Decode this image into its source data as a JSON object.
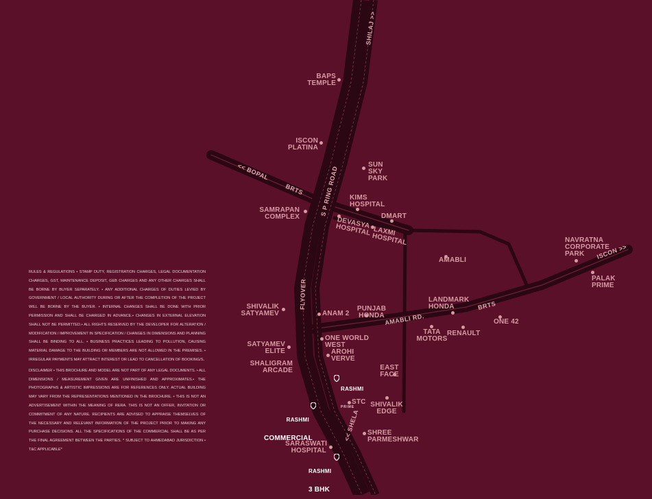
{
  "colors": {
    "background": "#5a1029",
    "road": "#2a0712",
    "road_stripe": "#8a3a4e",
    "label": "#d79aa3",
    "highlight": "#ffffff"
  },
  "roads": {
    "shilaj": "SHILAJ >>",
    "sp_ring_road": "S P RING ROAD",
    "bopal": "<< BOPAL",
    "brts_left": "BRTS",
    "flyover": "FLYOVER",
    "amabli_rd": "AMABLI RD.",
    "brts_right": "BRTS",
    "iscon": "ISCON >>",
    "shela": "<< SHELA"
  },
  "landmarks": [
    {
      "id": "baps",
      "text": "BAPS\nTEMPLE",
      "icon": "dot"
    },
    {
      "id": "iscon-platina",
      "text": "ISCON\nPLATINA",
      "icon": "dot"
    },
    {
      "id": "sun-sky-park",
      "text": "SUN\nSKY\nPARK",
      "icon": "dot"
    },
    {
      "id": "kims",
      "text": "KIMS\nHOSPITAL",
      "icon": "dot"
    },
    {
      "id": "dmart",
      "text": "DMART",
      "icon": "dot"
    },
    {
      "id": "samrapan",
      "text": "SAMRAPAN\nCOMPLEX",
      "icon": "dot"
    },
    {
      "id": "devasya",
      "text": "DEVASYA\nHOSPITAL",
      "icon": "dot"
    },
    {
      "id": "laxmi",
      "text": "LAXMI\nHOSPITAL",
      "icon": "dot"
    },
    {
      "id": "amabli",
      "text": "AMABLI",
      "icon": "dot"
    },
    {
      "id": "navratna",
      "text": "NAVRATNA\nCORPORATE\nPARK",
      "icon": "dot"
    },
    {
      "id": "palak",
      "text": "PALAK\nPRIME",
      "icon": "dot"
    },
    {
      "id": "landmark-honda",
      "text": "LANDMARK\nHONDA",
      "icon": "dot"
    },
    {
      "id": "one42",
      "text": "ONE 42",
      "icon": "dot"
    },
    {
      "id": "tata",
      "text": "TATA\nMOTORS",
      "icon": "dot"
    },
    {
      "id": "renault",
      "text": "RENAULT",
      "icon": "dot"
    },
    {
      "id": "shivalik-satyamev",
      "text": "SHIVALIK\nSATYAMEV",
      "icon": "dot"
    },
    {
      "id": "anam2",
      "text": "ANAM 2",
      "icon": "dot"
    },
    {
      "id": "punjab-honda",
      "text": "PUNJAB\nHONDA",
      "icon": "dot"
    },
    {
      "id": "satyamev-elite",
      "text": "SATYAMEV\nELITE",
      "icon": "dot"
    },
    {
      "id": "one-world-west",
      "text": "ONE WORLD\nWEST",
      "icon": "dot"
    },
    {
      "id": "arohi-verve",
      "text": "AROHI\nVERVE",
      "icon": "dot"
    },
    {
      "id": "shaligram",
      "text": "SHALIGRAM\nARCADE",
      "icon": "dot"
    },
    {
      "id": "east-face",
      "text": "EAST\nFACE",
      "icon": "dot"
    },
    {
      "id": "stc",
      "text": "STC",
      "icon": "dot"
    },
    {
      "id": "shivalik-edge",
      "text": "SHIVALIK\nEDGE",
      "icon": "dot"
    },
    {
      "id": "shree-parmeshwar",
      "text": "SHREE\nPARMESHWAR",
      "icon": "dot"
    },
    {
      "id": "saraswati",
      "text": "SARASWATI\nHOSPITAL",
      "icon": "dot"
    }
  ],
  "projects": {
    "prime": {
      "brand": "RASHMI",
      "sub": "PRIME",
      "icon": "location-pin"
    },
    "commercial": {
      "brand": "RASHMI",
      "sub": "COMMERCIAL",
      "icon": "location-pin"
    },
    "three_bhk": {
      "brand": "RASHMI",
      "sub": "3 BHK",
      "icon": "location-pin"
    }
  },
  "disclaimer": {
    "rules": "RULES & REGULATIONS • STAMP DUTY, REGISTRATION CHARGES, LEGAL DOCUMENTATION CHARGES, GST, MAINTENANCE DEPOSIT, GEB CHARGES AND ANY OTHER CHARGES SHALL BE BORNE BY BUYER SEPARATELY. • ANY ADDITIONAL CHARGES OF DUTIES LEVIED BY GOVERNMENT / LOCAL AUTHORITY DURING OR AFTER THE COMPLETION OF THE PROJECT WILL BE BORNE BY THE BUYER. • INTERNAL CHANGES SHALL BE DONE WITH PRIOR PERMISSION AND SHALL BE CHARGED IN ADVANCE.• CHANGES IN EXTERNAL ELEVATION SHALL NOT BE PERMITTED.• ALL RIGHTS RESERVED BY THE DEVELOPER FOR ALTERATION / MODIFICATION / IMPROVEMENT IN SPECIFICATION / CHANGES IN DIMENSIONS AND PLANNING SHALL BE BINDING TO ALL. • BUSINESS PRACTICES LEADING TO POLLUTION, CAUSING MATERIAL DAMAGE TO THE BUILDING OR MEMBERS ARE NOT ALLOWED IN THE PREMISES. • IRREGULAR PAYMENTS MAY ATTRACT INTEREST OR LEAD TO CANCELLATION OF BOOKING/S.",
    "disclaimer": "DISCLAIMER • THIS BROCHURE AND MODEL ARE NOT PART OF ANY LEGAL DOCUMENTS. • ALL DIMENSIONS / MEASUREMENT GIVEN ARE UNFINISHED AND APPROXIMATES.• THE PHOTOGRAPHS & ARTISTIC IMPRESSIONS ARE FOR REFERENCES ONLY. ACTUAL BUILDING MAY VARY FROM THE REPRESENTATIONS MENTIONED IN THE BROCHURE. • THIS IS NOT AN ADVERTISEMENT WITHIN THE MEANING OF RERA. THIS IS NOT AN OFFER, INVITATION OR COMMITMENT OF ANY NATURE. RECIPIENTS ARE ADVISED TO APPRAISE THEMSELVES OF THE NECESSARY AND RELEVANT INFORMATION OF THE PROJECT PRIOR TO MAKING ANY PURCHASE DECISIONS. ALL THE SPECIFICATIONS OF THE COMMERCIAL SHALL BE AS PER THE FINAL AGREEMENT BETWEEN THE PARTIES. * SUBJECT TO AHMEDABAD JURISDICTION • T&C APPLICABLE*"
  }
}
